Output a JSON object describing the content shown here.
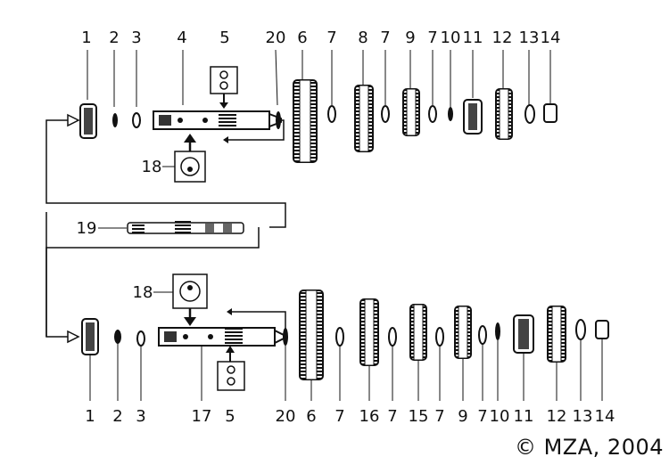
{
  "top_labels": [
    "1",
    "2",
    "3",
    "4",
    "5",
    "20",
    "6",
    "7",
    "8",
    "7",
    "9",
    "7",
    "10",
    "11",
    "12",
    "13",
    "14"
  ],
  "bottom_labels": [
    "1",
    "2",
    "3",
    "17",
    "5",
    "20",
    "6",
    "7",
    "16",
    "7",
    "15",
    "7",
    "9",
    "7",
    "10",
    "11",
    "12",
    "13",
    "14"
  ],
  "side_labels": {
    "top_cap": "18",
    "bottom_cap": "18",
    "shaft": "19"
  },
  "copyright": "© MZA, 2004",
  "colors": {
    "ink": "#111111",
    "paper": "#ffffff"
  }
}
